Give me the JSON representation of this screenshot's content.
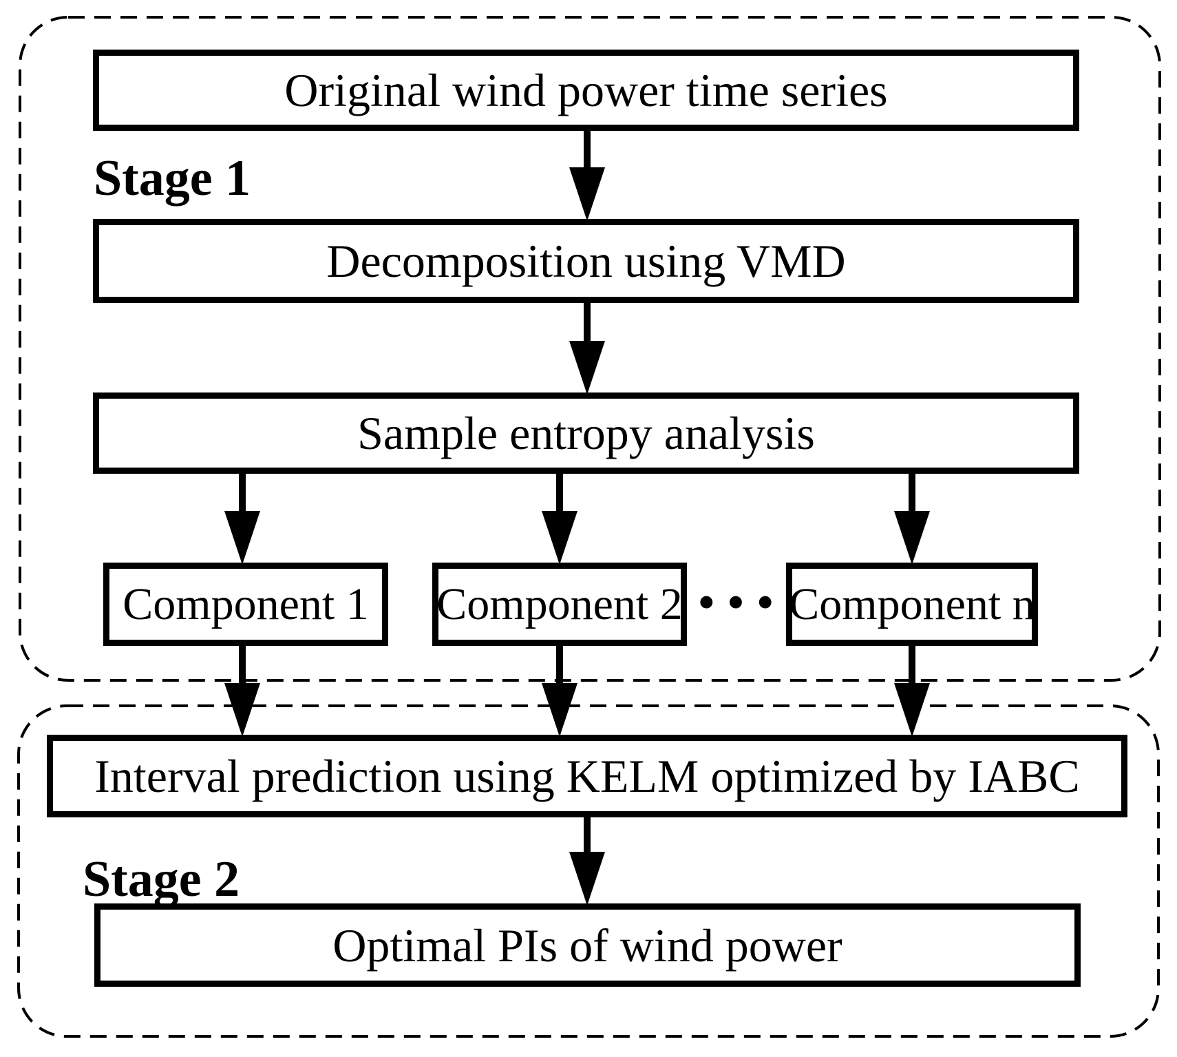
{
  "figure": {
    "stage1": {
      "label": "Stage 1",
      "nodes": {
        "original": "Original wind power time series",
        "vmd": "Decomposition using VMD",
        "entropy": "Sample entropy analysis",
        "component_1": "Component 1",
        "component_2": "Component 2",
        "component_n": "Component n"
      },
      "ellipsis": "···"
    },
    "stage2": {
      "label": "Stage 2",
      "nodes": {
        "kelm": "Interval prediction using KELM optimized by IABC",
        "optimal": "Optimal PIs of wind power"
      }
    },
    "colors": {
      "line": "#000000",
      "background": "#ffffff"
    }
  }
}
